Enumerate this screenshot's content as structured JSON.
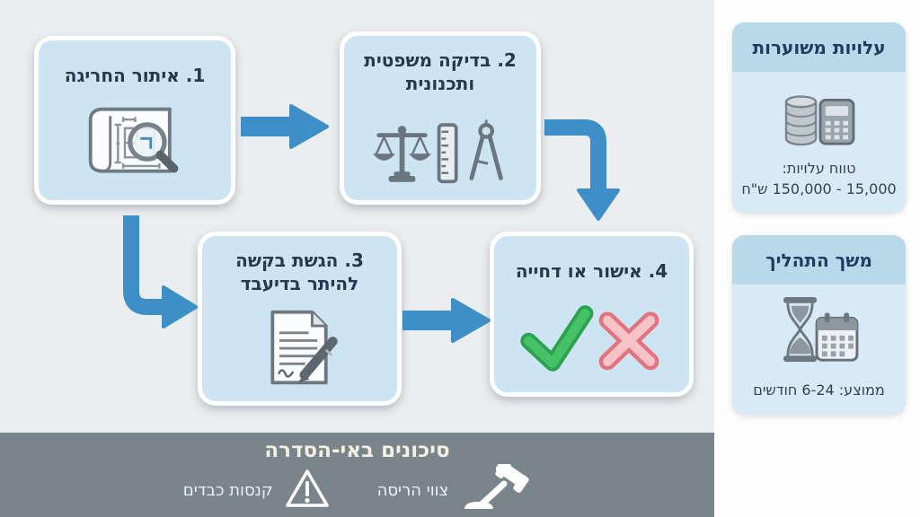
{
  "colors": {
    "page-bg": "#fdfdfd",
    "flow-bg": "#ecedee",
    "box-fill": "#cde5f2",
    "box-border": "#ffffff",
    "title-text": "#24384e",
    "arrow": "#3e8fc8",
    "panel-fill": "#d8eaf5",
    "panel-header": "#b7d9ea",
    "panel-title": "#1d3c5e",
    "panel-text": "#39424c",
    "bar-bg": "#79858b",
    "bar-title": "#f4f0e4",
    "bar-text": "#eef1f1",
    "icon-gray": "#6a7580",
    "check-green": "#46c167",
    "x-pink": "#f7c3c7"
  },
  "flow": {
    "steps": [
      {
        "label": "1. איתור החריגה",
        "icon": "blueprint-magnifier"
      },
      {
        "label": "2. בדיקה משפטית ותכנונית",
        "icon": "scales-ruler-compass"
      },
      {
        "label": "3. הגשת בקשה להיתר בדיעבד",
        "icon": "document-pen"
      },
      {
        "label": "4. אישור או דחייה",
        "icon": "check-and-x"
      }
    ]
  },
  "sidebar": {
    "cost_panel": {
      "title": "עלויות משוערות",
      "icon": "coins-calculator",
      "range_label": "טווח עלויות:",
      "range_value": "15,000 - 150,000 ש\"ח"
    },
    "duration_panel": {
      "title": "משך התהליך",
      "icon": "hourglass-calendar",
      "value": "ממוצע: 6-24 חודשים"
    }
  },
  "risk_bar": {
    "title": "סיכונים באי-הסדרה",
    "items": [
      {
        "label": "צווי הריסה",
        "icon": "gavel"
      },
      {
        "label": "קנסות כבדים",
        "icon": "warning-triangle"
      }
    ]
  }
}
